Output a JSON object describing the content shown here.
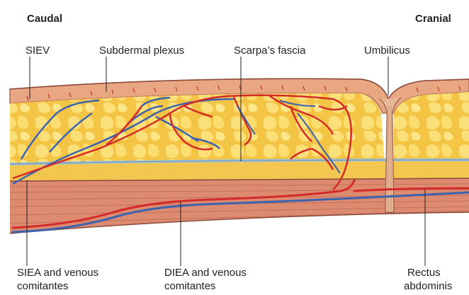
{
  "orientation": {
    "left": "Caudal",
    "right": "Cranial"
  },
  "labels": {
    "siev": "SIEV",
    "subdermal_plexus": "Subdermal plexus",
    "scarpas_fascia": "Scarpa’s fascia",
    "umbilicus": "Umbilicus",
    "siea_line1": "SIEA and venous",
    "siea_line2": "comitantes",
    "diea_line1": "DIEA and venous",
    "diea_line2": "comitantes",
    "rectus_line1": "Rectus",
    "rectus_line2": "abdominis"
  },
  "colors": {
    "fat": "#f6c94a",
    "fat_light": "#fbe07a",
    "skin": "#e8a080",
    "muscle": "#d9826a",
    "artery": "#d42a2a",
    "vein": "#3b63b0",
    "fascia": "#a8c8d8"
  }
}
